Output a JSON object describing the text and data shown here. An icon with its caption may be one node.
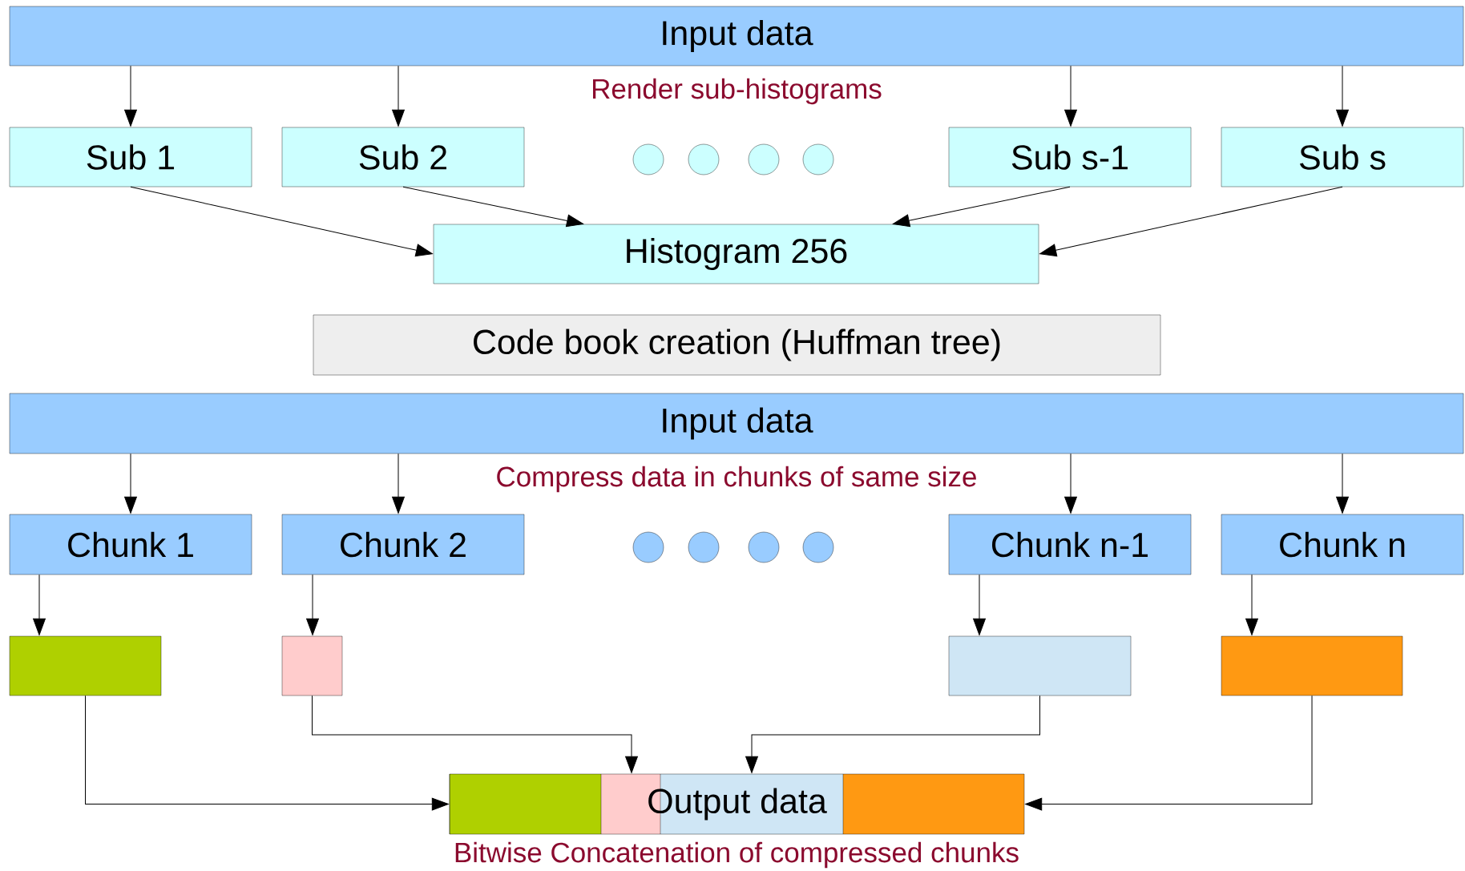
{
  "diagram": {
    "nodes": [
      {
        "text": [
          "Input data"
        ]
      },
      {
        "text": [
          "Sub 1"
        ]
      },
      {
        "text": [
          "Sub 2"
        ]
      },
      {
        "text": [],
        "shape": "circle"
      },
      {
        "text": [],
        "shape": "circle"
      },
      {
        "text": [],
        "shape": "circle"
      },
      {
        "text": [],
        "shape": "circle"
      },
      {
        "text": [
          "Sub s-1"
        ]
      },
      {
        "text": [
          "Sub s"
        ]
      },
      {
        "text": [
          "Histogram 256"
        ]
      },
      {
        "text": [
          "Code book creation (Huffman tree)"
        ]
      },
      {
        "text": [
          "Input data"
        ]
      },
      {
        "text": [
          "Chunk 1"
        ]
      },
      {
        "text": [
          "Chunk 2"
        ]
      },
      {
        "text": [],
        "shape": "circle"
      },
      {
        "text": [],
        "shape": "circle"
      },
      {
        "text": [],
        "shape": "circle"
      },
      {
        "text": [],
        "shape": "circle"
      },
      {
        "text": [
          "Chunk n-1"
        ]
      },
      {
        "text": [
          "Chunk n"
        ]
      },
      {
        "text": [],
        "shape": "box"
      },
      {
        "text": [],
        "shape": "box"
      },
      {
        "text": [],
        "shape": "box"
      },
      {
        "text": [],
        "shape": "box"
      },
      {
        "text": [
          "Output data"
        ]
      }
    ],
    "edges": [
      {
        "from": 0,
        "to": 1,
        "arrow": "to"
      },
      {
        "from": 0,
        "to": 2,
        "arrow": "to"
      },
      {
        "from": 0,
        "to": 7,
        "arrow": "to"
      },
      {
        "from": 0,
        "to": 8,
        "arrow": "to"
      },
      {
        "from": 1,
        "to": 9,
        "arrow": "to"
      },
      {
        "from": 2,
        "to": 9,
        "arrow": "to"
      },
      {
        "from": 7,
        "to": 9,
        "arrow": "to"
      },
      {
        "from": 8,
        "to": 9,
        "arrow": "to"
      },
      {
        "from": 11,
        "to": 12,
        "arrow": "to"
      },
      {
        "from": 11,
        "to": 13,
        "arrow": "to"
      },
      {
        "from": 11,
        "to": 18,
        "arrow": "to"
      },
      {
        "from": 11,
        "to": 19,
        "arrow": "to"
      },
      {
        "from": 12,
        "to": 20,
        "arrow": "to"
      },
      {
        "from": 13,
        "to": 21,
        "arrow": "to"
      },
      {
        "from": 18,
        "to": 22,
        "arrow": "to"
      },
      {
        "from": 19,
        "to": 23,
        "arrow": "to"
      },
      {
        "from": 20,
        "to": 24,
        "arrow": "to"
      },
      {
        "from": 21,
        "to": 24,
        "arrow": "to"
      },
      {
        "from": 22,
        "to": 24,
        "arrow": "to"
      },
      {
        "from": 23,
        "to": 24,
        "arrow": "to"
      }
    ],
    "labels": [
      "Render sub-histograms",
      "Compress data in chunks of same size",
      "Bitwise Concatenation of compressed chunks"
    ]
  }
}
